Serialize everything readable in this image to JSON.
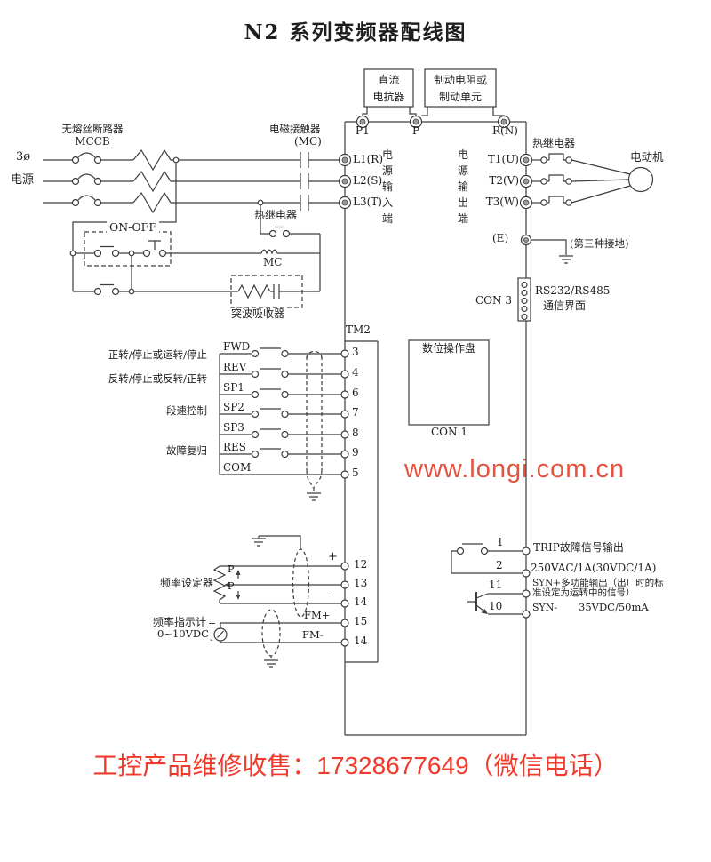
{
  "colors": {
    "line": "#3d3d3d",
    "watermark_red": "#e2452f",
    "footer_red": "#f13a2c"
  },
  "title": "N2 系列变频器配线图",
  "top": {
    "dc_reactor": [
      "直流",
      "电抗器"
    ],
    "brake": [
      "制动电阻或",
      "制动单元"
    ]
  },
  "supply": {
    "phase": "3ø",
    "source": "电源",
    "breaker_name": "无熔丝断路器",
    "breaker_model": "MCCB",
    "contactor_name": "电磁接触器",
    "contactor_model": "(MC)"
  },
  "inverter": {
    "p1": "P1",
    "p": "P",
    "rn": "R(N)",
    "inputs": [
      "L1(R)",
      "L2(S)",
      "L3(T)"
    ],
    "input_side": "电源输入端",
    "outputs": [
      "T1(U)",
      "T2(V)",
      "T3(W)"
    ],
    "output_side": "电源输出端",
    "earth": "(E)",
    "tm2": "TM2"
  },
  "motor_section": {
    "thermal_relay": "热继电器",
    "motor": "电动机",
    "earth_note": "(第三种接地)"
  },
  "control": {
    "on_off": "ON-OFF",
    "mc": "MC",
    "surge": "突波吸收器",
    "thermal_relay": "热继电器"
  },
  "comm": {
    "con3": "CON 3",
    "line1": "RS232/RS485",
    "line2": "通信界面"
  },
  "operator": {
    "name": "数位操作盘",
    "con1": "CON 1"
  },
  "digital": {
    "desc_fwd": "正转/停止或运转/停止",
    "desc_rev": "反转/停止或反转/正转",
    "desc_speed": "段速控制",
    "desc_reset": "故障复归",
    "rows": [
      {
        "label": "FWD",
        "terminal": "3"
      },
      {
        "label": "REV",
        "terminal": "4"
      },
      {
        "label": "SP1",
        "terminal": "6"
      },
      {
        "label": "SP2",
        "terminal": "7"
      },
      {
        "label": "SP3",
        "terminal": "8"
      },
      {
        "label": "RES",
        "terminal": "9"
      },
      {
        "label": "COM",
        "terminal": "5"
      }
    ]
  },
  "analog": {
    "setter": "频率设定器",
    "p_up": "P",
    "p_down": "P",
    "plus": "+",
    "minus": "-",
    "t12": "12",
    "t13": "13",
    "t14": "14",
    "meter1": "频率指示计",
    "meter2": "0~10VDC",
    "m_plus": "+",
    "m_minus": "-",
    "fm_plus": "FM+",
    "fm_minus": "FM-",
    "t15": "15",
    "t14b": "14"
  },
  "outputs": {
    "n1": "1",
    "n2": "2",
    "n11": "11",
    "n10": "10",
    "trip": "TRIP故障信号输出",
    "rating": "250VAC/1A(30VDC/1A)",
    "syn1": "SYN+多功能输出（出厂时的标",
    "syn2": "准设定为运转中的信号）",
    "syn_minus": "SYN-",
    "syn_rating": "35VDC/50mA"
  },
  "watermark": "www.longi.com.cn",
  "footer": "工控产品维修收售：17328677649（微信电话）"
}
